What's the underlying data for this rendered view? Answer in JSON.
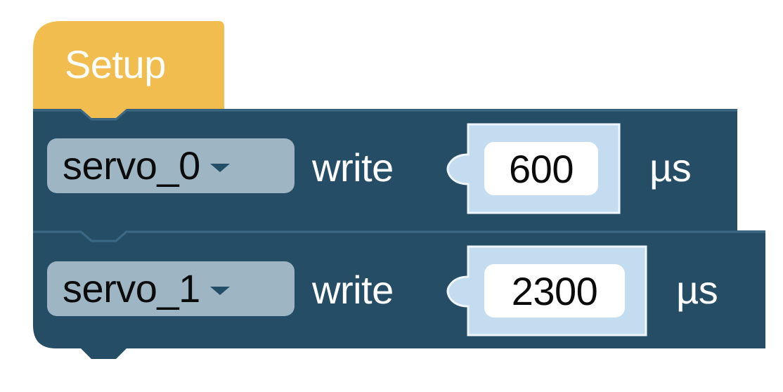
{
  "setup_block": {
    "label": "Setup",
    "color": "#f2bd4f"
  },
  "statements": [
    {
      "servo": "servo_0",
      "verb": "write",
      "value": "600",
      "unit": "µs"
    },
    {
      "servo": "servo_1",
      "verb": "write",
      "value": "2300",
      "unit": "µs"
    }
  ],
  "colors": {
    "statement_block": "#264d66",
    "dropdown": "#9eb6c3",
    "value_socket": "#c4dcef",
    "value_field": "#ffffff"
  },
  "icons": {
    "dropdown": "chevron-down-icon"
  }
}
